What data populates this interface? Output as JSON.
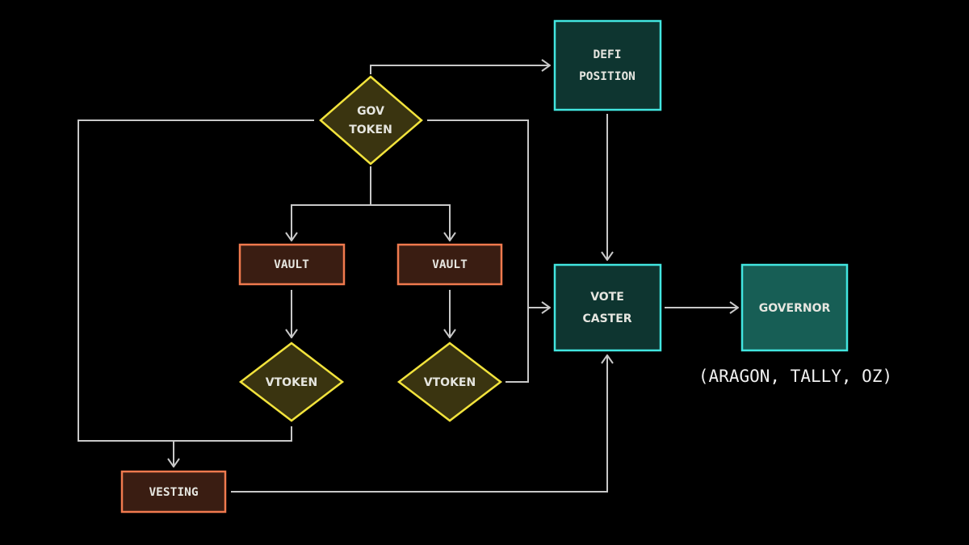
{
  "title": "Governance token voting flow",
  "colors": {
    "background": "#000000",
    "edge": "#c8c8c8",
    "diamond_fill": "#3a3410",
    "diamond_stroke": "#f2e33c",
    "orange_fill": "#3a1d12",
    "orange_stroke": "#f07a4e",
    "teal_fill": "#0e3530",
    "teal_fill_light": "#175e55",
    "teal_stroke": "#42e6e0",
    "text": "#e6e6e0"
  },
  "nodes": {
    "gov_token": {
      "lines": [
        "GOV",
        "TOKEN"
      ],
      "shape": "diamond"
    },
    "defi_position": {
      "lines": [
        "DEFI",
        "POSITION"
      ],
      "shape": "box"
    },
    "vault_left": {
      "lines": [
        "VAULT"
      ],
      "shape": "box"
    },
    "vault_right": {
      "lines": [
        "VAULT"
      ],
      "shape": "box"
    },
    "vtoken_left": {
      "lines": [
        "VTOKEN"
      ],
      "shape": "diamond"
    },
    "vtoken_right": {
      "lines": [
        "VTOKEN"
      ],
      "shape": "diamond"
    },
    "vote_caster": {
      "lines": [
        "VOTE",
        "CASTER"
      ],
      "shape": "box"
    },
    "governor": {
      "lines": [
        "GOVERNOR"
      ],
      "shape": "box"
    },
    "vesting": {
      "lines": [
        "VESTING"
      ],
      "shape": "box"
    }
  },
  "annotation": "(ARAGON, TALLY, OZ)",
  "edges": [
    {
      "from": "gov_token",
      "to": "defi_position"
    },
    {
      "from": "gov_token",
      "to": "vault_left"
    },
    {
      "from": "gov_token",
      "to": "vault_right"
    },
    {
      "from": "gov_token",
      "to": "vesting"
    },
    {
      "from": "gov_token",
      "to": "vote_caster"
    },
    {
      "from": "vault_left",
      "to": "vtoken_left"
    },
    {
      "from": "vault_right",
      "to": "vtoken_right"
    },
    {
      "from": "vtoken_left",
      "to": "vesting"
    },
    {
      "from": "vtoken_right",
      "to": "vote_caster"
    },
    {
      "from": "defi_position",
      "to": "vote_caster"
    },
    {
      "from": "vesting",
      "to": "vote_caster"
    },
    {
      "from": "vote_caster",
      "to": "governor"
    }
  ]
}
